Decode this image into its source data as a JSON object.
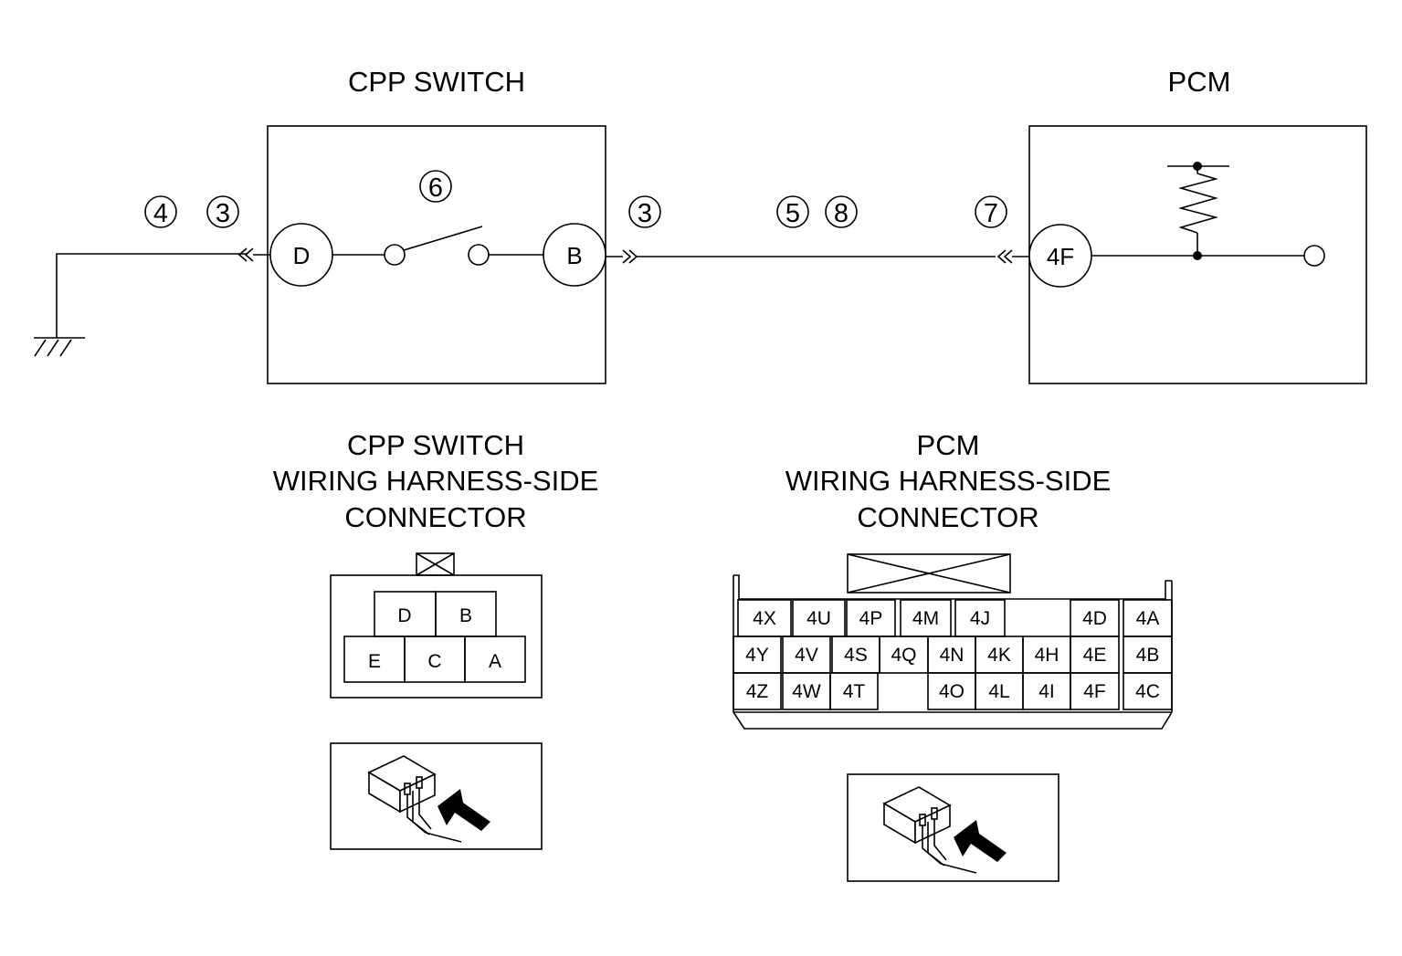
{
  "titles": {
    "cpp_switch": "CPP SWITCH",
    "pcm": "PCM",
    "cpp_connector": [
      "CPP SWITCH",
      "WIRING HARNESS-SIDE",
      "CONNECTOR"
    ],
    "pcm_connector": [
      "PCM",
      "WIRING HARNESS-SIDE",
      "CONNECTOR"
    ]
  },
  "schematic": {
    "cpp_terminals": [
      "D",
      "B"
    ],
    "pcm_terminal": "4F",
    "step_markers": {
      "ground_wire": [
        "4",
        "3"
      ],
      "switch": "6",
      "switch_output": "3",
      "harness": [
        "5",
        "8"
      ],
      "pcm_input": "7"
    }
  },
  "cpp_connector_pins": {
    "top_row": [
      "D",
      "B"
    ],
    "bottom_row": [
      "E",
      "C",
      "A"
    ]
  },
  "pcm_connector_pins": {
    "row1": [
      "4X",
      "4U",
      "4P",
      "4M",
      "4J",
      "4D",
      "4A"
    ],
    "row2": [
      "4Y",
      "4V",
      "4S",
      "4Q",
      "4N",
      "4K",
      "4H",
      "4E",
      "4B"
    ],
    "row3": [
      "4Z",
      "4W",
      "4T",
      "4O",
      "4L",
      "4I",
      "4F",
      "4C"
    ]
  },
  "icons": [
    "ground-symbol",
    "connector-view-arrow-icon",
    "lock-tab-cross-icon"
  ]
}
